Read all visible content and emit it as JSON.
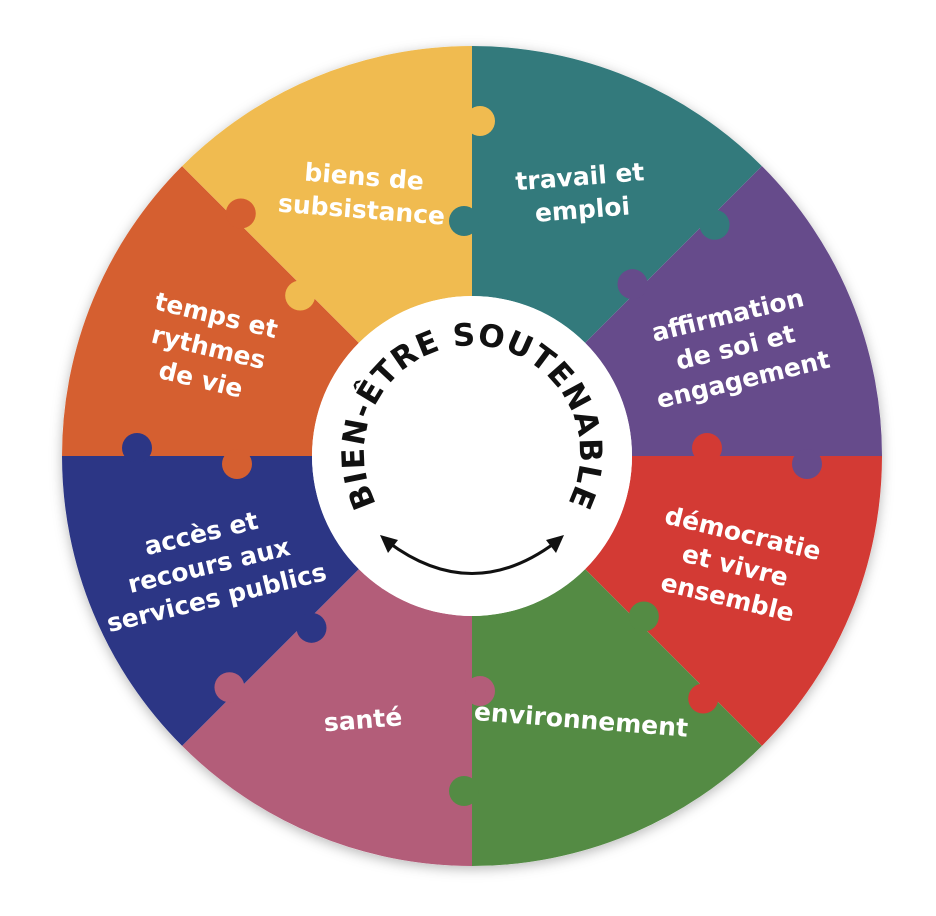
{
  "center": {
    "title": "BIEN-ÊTRE SOUTENABLE",
    "arrow_icon": "double-headed-curved-arrow-icon"
  },
  "segments": [
    {
      "id": "travail",
      "lines": [
        "travail et",
        "emploi"
      ],
      "color": "#337a7c"
    },
    {
      "id": "affirmation",
      "lines": [
        "affirmation",
        "de soi et",
        "engagement"
      ],
      "color": "#664b8b"
    },
    {
      "id": "democratie",
      "lines": [
        "démocratie",
        "et vivre",
        "ensemble"
      ],
      "color": "#d33a34"
    },
    {
      "id": "environnement",
      "lines": [
        "environnement"
      ],
      "color": "#548b44"
    },
    {
      "id": "sante",
      "lines": [
        "santé"
      ],
      "color": "#b35d79"
    },
    {
      "id": "services",
      "lines": [
        "accès et",
        "recours aux",
        "services publics"
      ],
      "color": "#2c3685"
    },
    {
      "id": "temps",
      "lines": [
        "temps et",
        "rythmes",
        "de vie"
      ],
      "color": "#d55f30"
    },
    {
      "id": "biens",
      "lines": [
        "biens de",
        "subsistance"
      ],
      "color": "#f0bb50"
    }
  ]
}
